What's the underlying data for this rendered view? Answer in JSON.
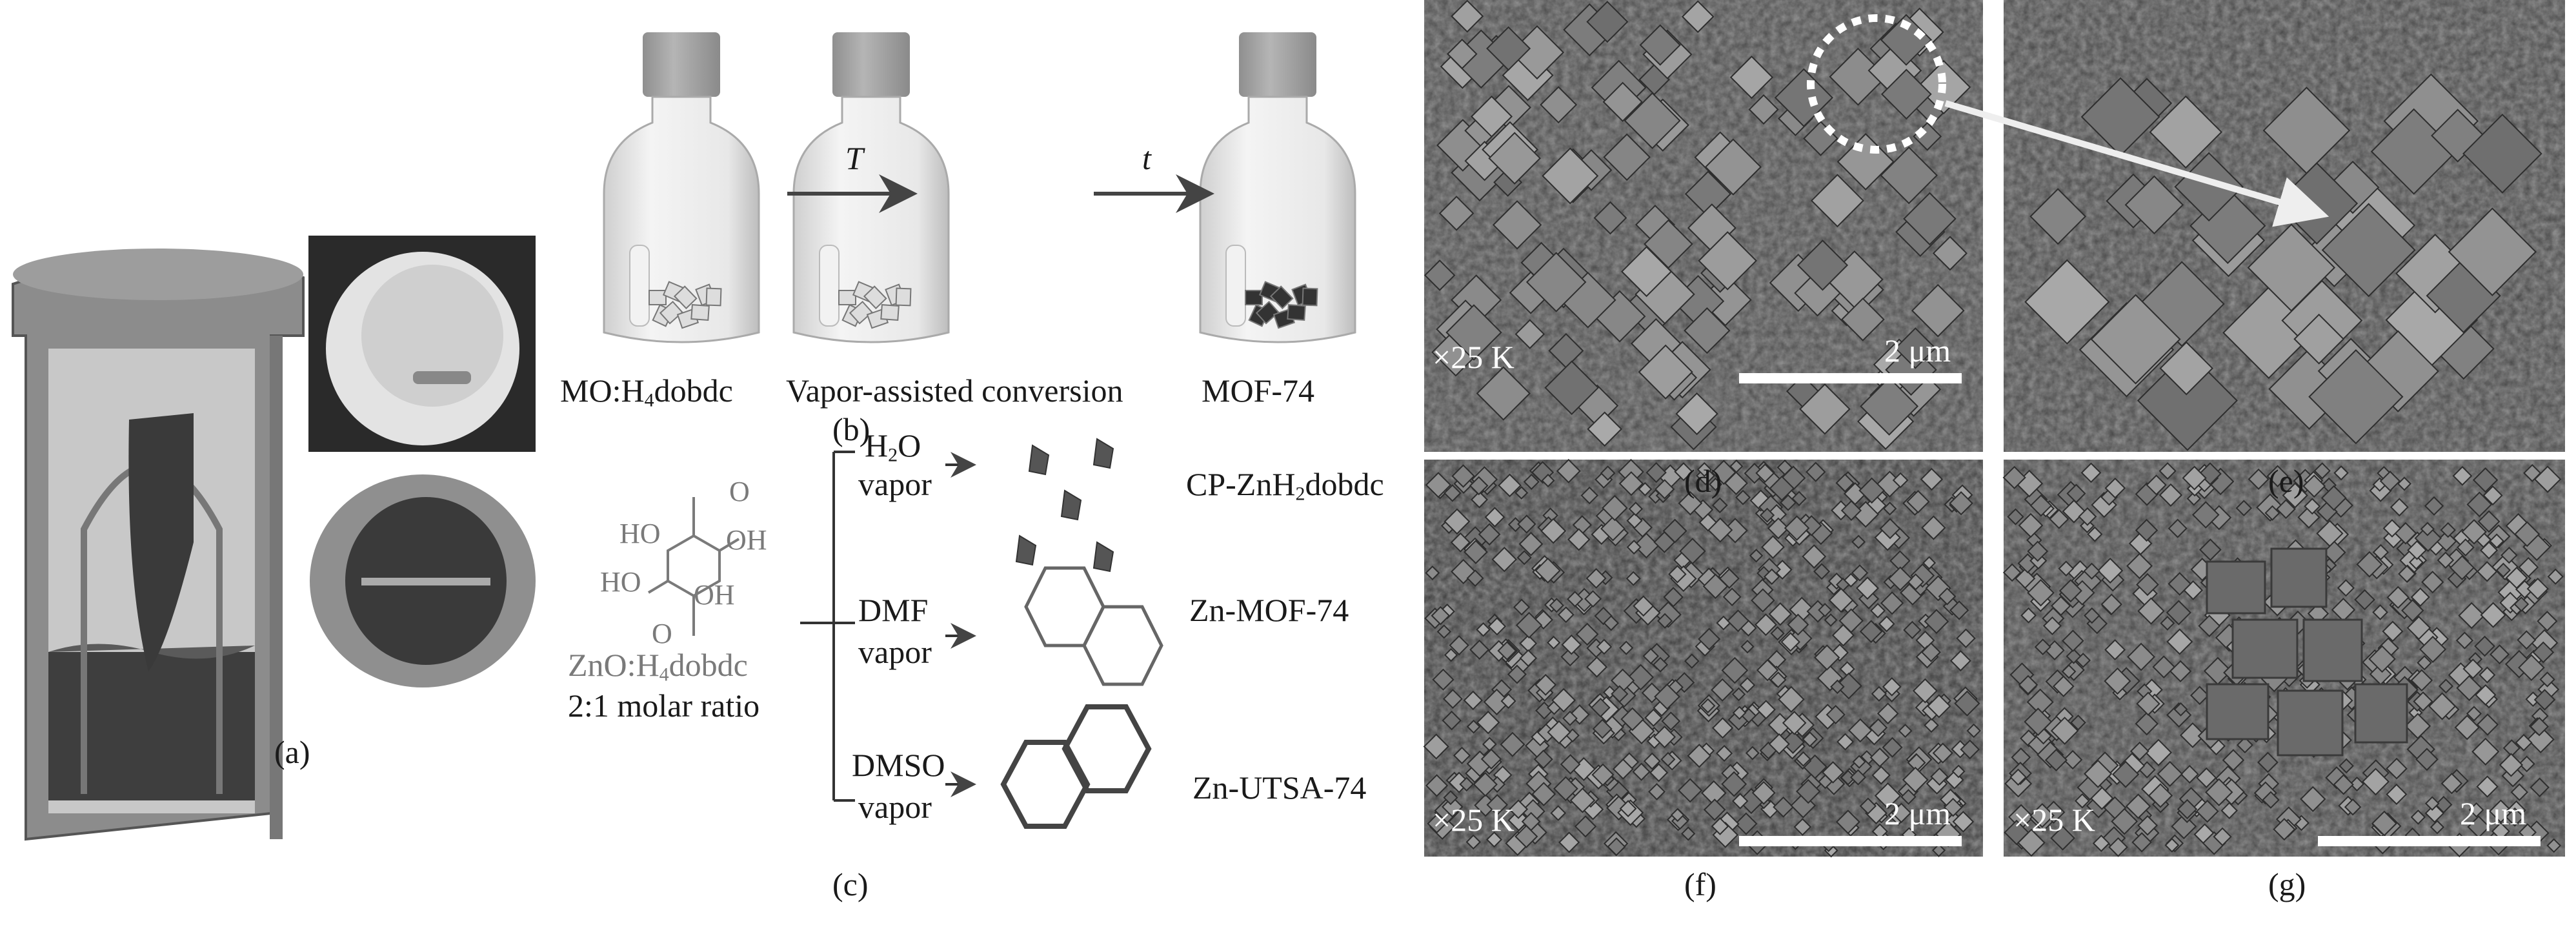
{
  "panels": {
    "a": {
      "label": "(a)"
    },
    "b": {
      "label": "(b)",
      "steps": [
        "MO:H",
        "4",
        "dobdc",
        "Vapor-assisted conversion",
        "MOF-74"
      ],
      "arrow1_label": "T",
      "arrow2_label": "t"
    },
    "c": {
      "label": "(c)",
      "molecule_groups": [
        "HO",
        "OH",
        "HO",
        "OH",
        "O",
        "O"
      ],
      "reactants_prefix": "ZnO",
      "reactants_sep": ":",
      "reactants_h": "H",
      "reactants_sub": "4",
      "reactants_suffix": "dobdc",
      "ratio": "2:1 molar ratio",
      "branches": [
        {
          "solvent_main": "H",
          "solvent_sub": "2",
          "solvent_end": "O",
          "vapor": "vapor",
          "product_pre": "CP-ZnH",
          "product_sub": "2",
          "product_post": "dobdc"
        },
        {
          "solvent_main": "DMF",
          "vapor": "vapor",
          "product_pre": "Zn-MOF-74"
        },
        {
          "solvent_main": "DMSO",
          "vapor": "vapor",
          "product_pre": "Zn-UTSA-74"
        }
      ]
    },
    "d": {
      "label": "(d)",
      "magnification": "×25 K",
      "scale": "2 μm"
    },
    "e": {
      "label": "(e)"
    },
    "f": {
      "label": "(f)",
      "magnification": "×25 K",
      "scale": "2 μm"
    },
    "g": {
      "label": "(g)",
      "magnification": "×25 K",
      "scale": "2 μm"
    }
  },
  "colors": {
    "sem_bg": "#4a4a4a",
    "vessel": "#8a8a8a",
    "text_gray": "#7a7a7a"
  }
}
